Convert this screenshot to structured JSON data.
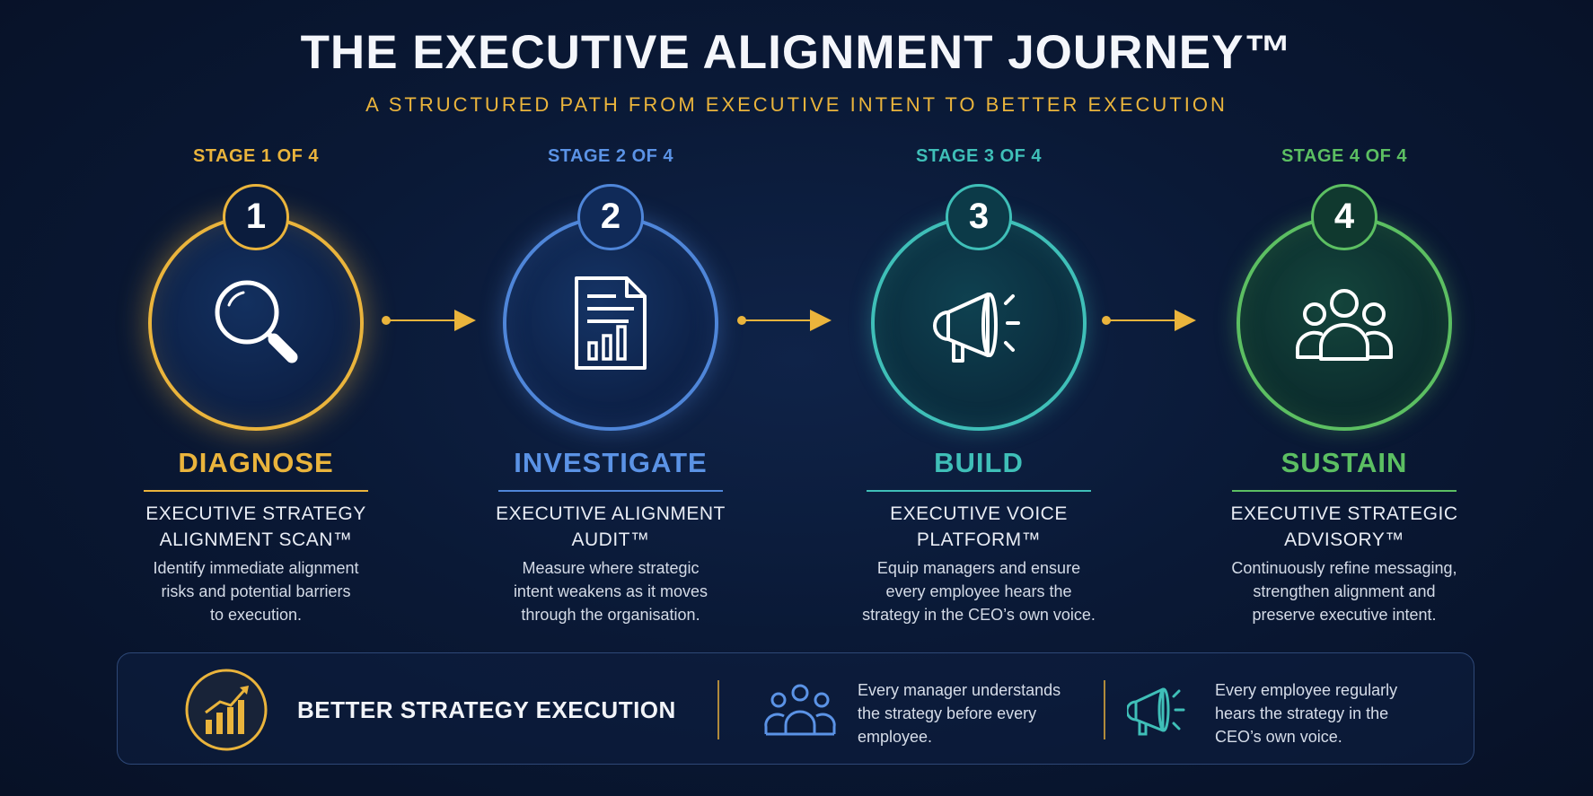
{
  "header": {
    "title": "THE EXECUTIVE ALIGNMENT JOURNEY™",
    "subtitle": "A STRUCTURED PATH FROM EXECUTIVE INTENT TO BETTER EXECUTION"
  },
  "stages": [
    {
      "stage_label": "STAGE 1 OF 4",
      "number": "1",
      "name": "DIAGNOSE",
      "product_line1": "EXECUTIVE STRATEGY",
      "product_line2": "ALIGNMENT SCAN™",
      "desc_line1": "Identify immediate alignment",
      "desc_line2": "risks and potential barriers",
      "desc_line3": "to execution.",
      "color": "#eab43c",
      "icon": "magnifying-glass-icon"
    },
    {
      "stage_label": "STAGE 2 OF 4",
      "number": "2",
      "name": "INVESTIGATE",
      "product_line1": "EXECUTIVE ALIGNMENT",
      "product_line2": "AUDIT™",
      "desc_line1": "Measure where strategic",
      "desc_line2": "intent weakens as it moves",
      "desc_line3": "through the organisation.",
      "color": "#5b93e6",
      "icon": "report-document-icon"
    },
    {
      "stage_label": "STAGE 3 OF 4",
      "number": "3",
      "name": "BUILD",
      "product_line1": "EXECUTIVE VOICE",
      "product_line2": "PLATFORM™",
      "desc_line1": "Equip managers and ensure",
      "desc_line2": "every employee hears the",
      "desc_line3": "strategy in the CEO’s own voice.",
      "color": "#3fbfb8",
      "icon": "megaphone-icon"
    },
    {
      "stage_label": "STAGE 4 OF 4",
      "number": "4",
      "name": "SUSTAIN",
      "product_line1": "EXECUTIVE STRATEGIC",
      "product_line2": "ADVISORY™",
      "desc_line1": "Continuously refine messaging,",
      "desc_line2": "strengthen alignment and",
      "desc_line3": "preserve executive intent.",
      "color": "#5cbf62",
      "icon": "people-group-icon"
    }
  ],
  "outcome": {
    "title": "BETTER STRATEGY EXECUTION",
    "icon": "growth-chart-icon",
    "point1_line1": "Every manager understands",
    "point1_line2": "the strategy before every",
    "point1_line3": "employee.",
    "point2_line1": "Every employee regularly",
    "point2_line2": "hears the strategy in the",
    "point2_line3": "CEO’s own voice.",
    "accent_color": "#eab43c"
  }
}
